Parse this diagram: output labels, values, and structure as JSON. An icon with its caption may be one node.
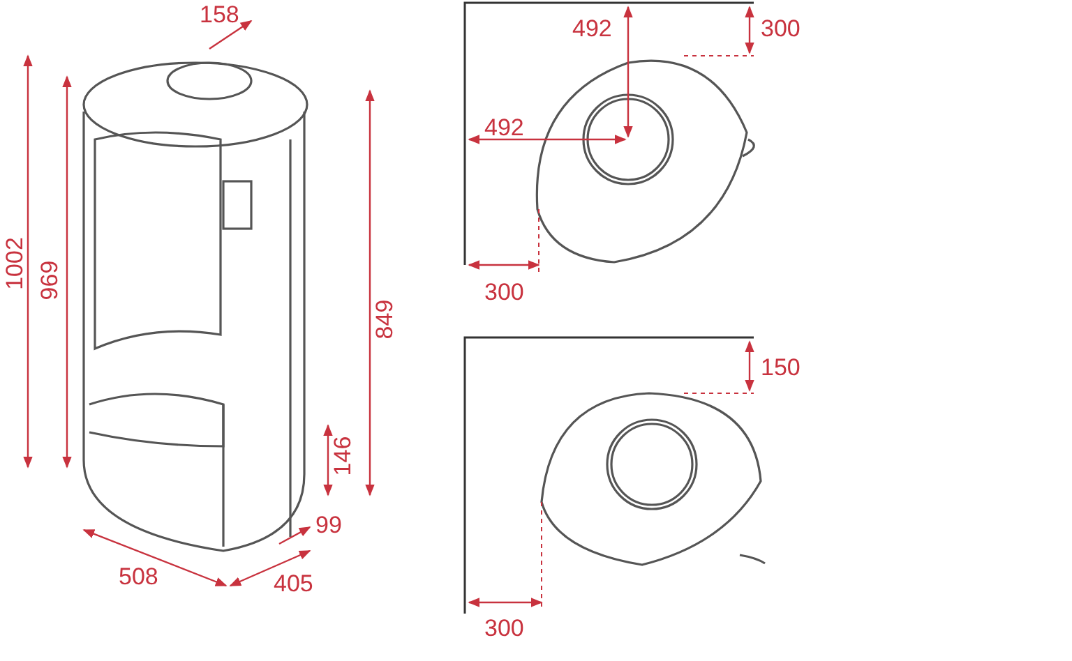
{
  "diagram": {
    "labels": [
      "158",
      "1002",
      "969",
      "849",
      "146",
      "99",
      "508",
      "405",
      "492",
      "300",
      "492",
      "300",
      "150",
      "300"
    ]
  }
}
